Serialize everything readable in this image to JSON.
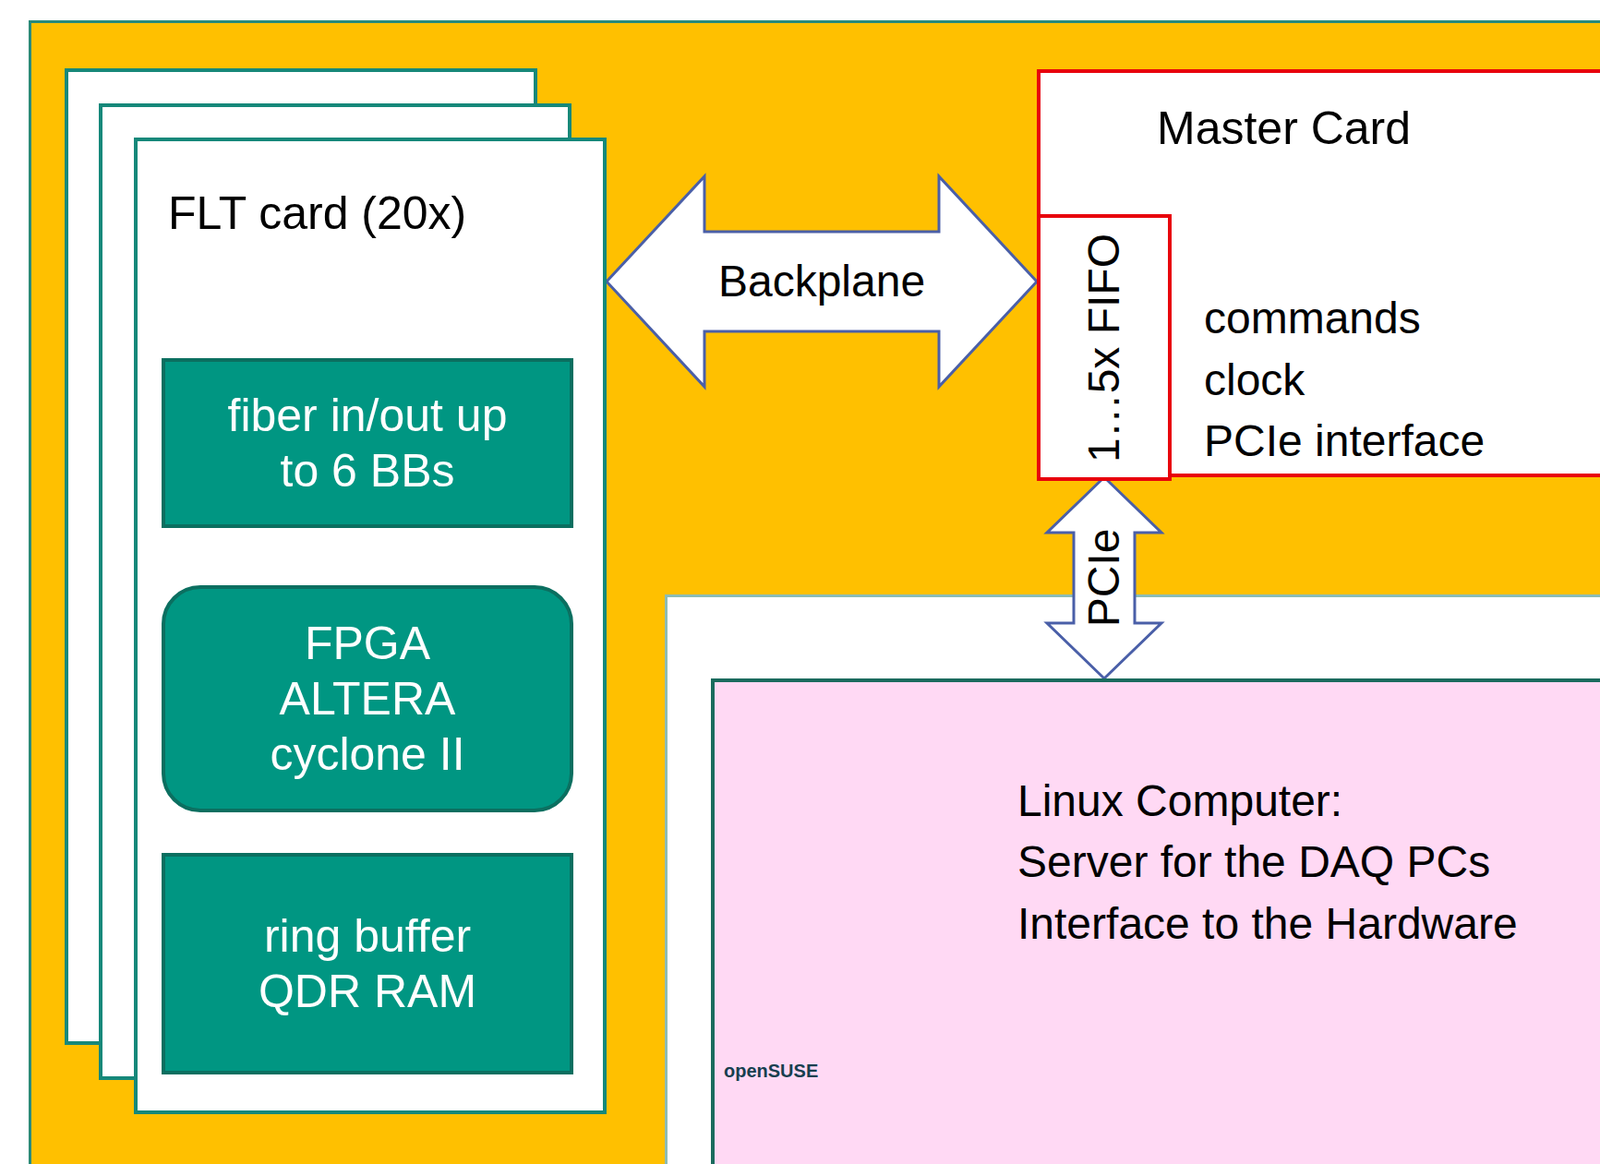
{
  "diagram": {
    "nodes": [
      {
        "text": [
          "FLT card (20x)"
        ]
      },
      {
        "text": [
          "fiber in/out up to 6 BBs"
        ],
        "in": 0
      },
      {
        "text": [
          "FPGA ALTERA cyclone II"
        ],
        "in": 0
      },
      {
        "text": [
          "ring buffer QDR RAM"
        ],
        "in": 0
      },
      {
        "text": [
          "Master Card",
          "commands",
          "clock",
          "PCIe interface"
        ]
      },
      {
        "text": [
          "1…5x FIFO"
        ],
        "in": 4
      },
      {
        "text": [
          "Linux Computer:",
          "Server for the DAQ PCs",
          "Interface to the Hardware"
        ]
      }
    ],
    "edges": [
      {
        "from": 0,
        "to": 4,
        "label": "Backplane",
        "arrow": "both"
      },
      {
        "from": 4,
        "to": 6,
        "label": "PCIe",
        "arrow": "both"
      }
    ],
    "labels": [
      "openSUSE"
    ]
  }
}
